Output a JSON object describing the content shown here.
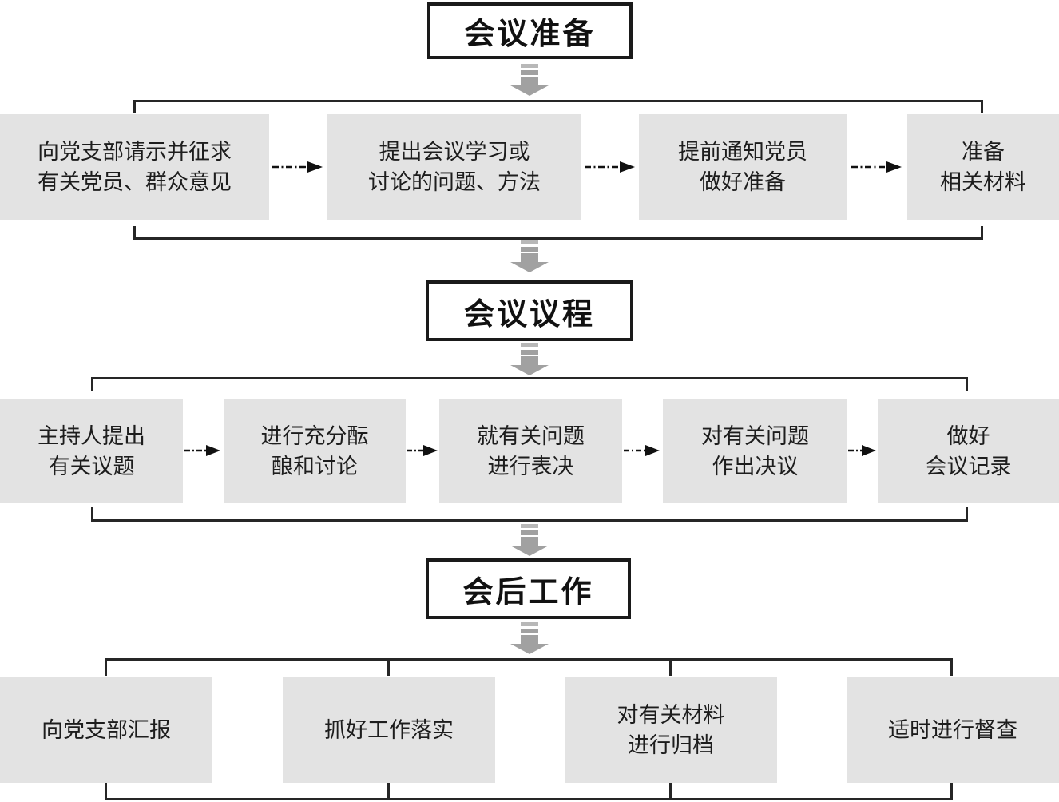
{
  "sections": [
    {
      "title": "会议准备",
      "steps": [
        {
          "label": "向党支部请示并征求\n有关党员、群众意见"
        },
        {
          "label": "提出会议学习或\n讨论的问题、方法"
        },
        {
          "label": "提前通知党员\n做好准备"
        },
        {
          "label": "准备\n相关材料"
        }
      ]
    },
    {
      "title": "会议议程",
      "steps": [
        {
          "label": "主持人提出\n有关议题"
        },
        {
          "label": "进行充分酝\n酿和讨论"
        },
        {
          "label": "就有关问题\n进行表决"
        },
        {
          "label": "对有关问题\n作出决议"
        },
        {
          "label": "做好\n会议记录"
        }
      ]
    },
    {
      "title": "会后工作",
      "steps": [
        {
          "label": "向党支部汇报"
        },
        {
          "label": "抓好工作落实"
        },
        {
          "label": "对有关材料\n进行归档"
        },
        {
          "label": "适时进行督查"
        }
      ]
    }
  ],
  "colors": {
    "step_box_fill": "#e3e3e3",
    "stage_border": "#1a1a1a",
    "bracket_line": "#262626",
    "striped_arrow": "#a1a1a1",
    "striped_arrow_light": "#b8b8b8",
    "dash_arrow": "#111111",
    "text": "#1d1d1d"
  }
}
